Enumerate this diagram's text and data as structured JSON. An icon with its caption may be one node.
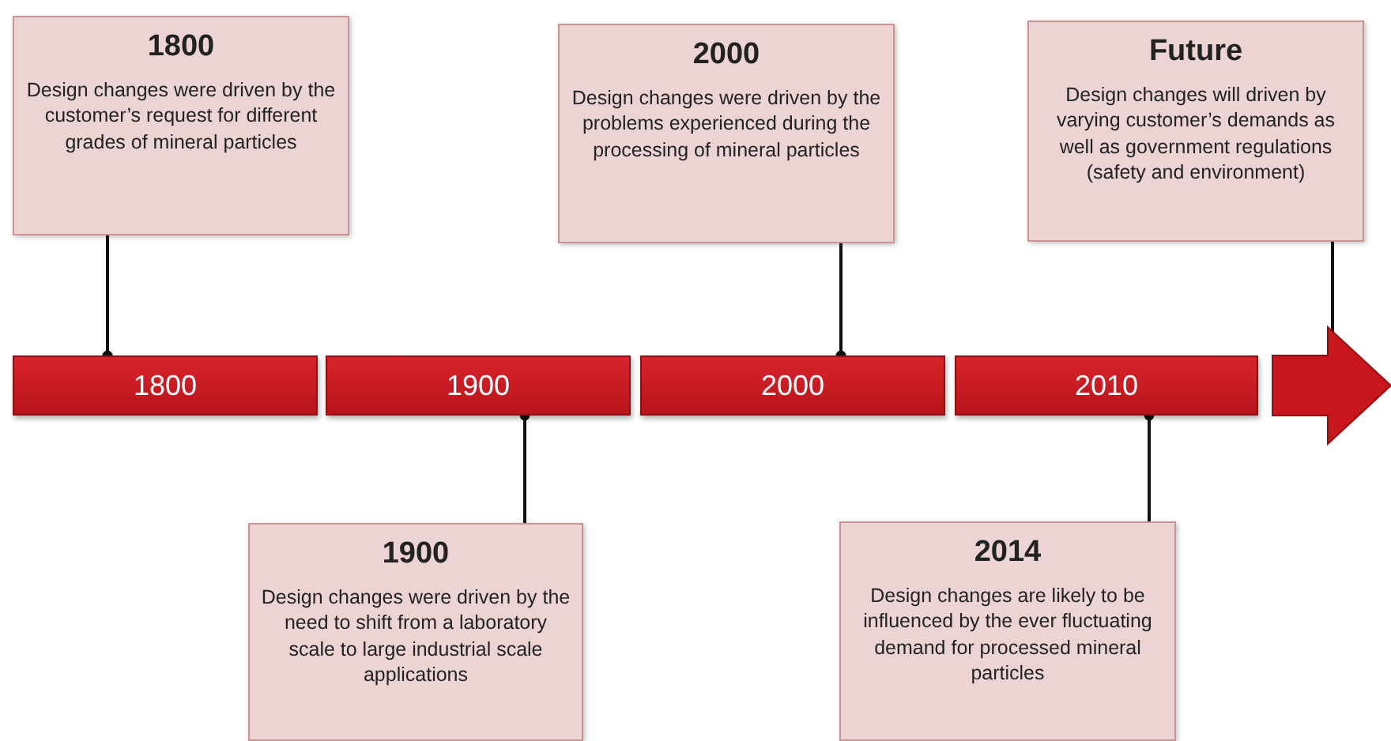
{
  "diagram": {
    "nodes": [
      {
        "text": [
          "1800",
          "Design changes were driven by the customer’s request for different grades of mineral particles"
        ]
      },
      {
        "text": [
          "2000",
          "Design changes were driven by the problems experienced during the processing of mineral particles"
        ]
      },
      {
        "text": [
          "Future",
          "Design changes will driven by varying customer’s demands as well as government regulations (safety and environment)"
        ]
      },
      {
        "text": [
          "1800"
        ]
      },
      {
        "text": [
          "1900"
        ]
      },
      {
        "text": [
          "2000"
        ]
      },
      {
        "text": [
          "2010"
        ]
      },
      {
        "text": [],
        "shape": "arrow"
      },
      {
        "text": [
          "1900",
          "Design changes were driven by the need to shift from a laboratory scale to large industrial scale applications"
        ]
      },
      {
        "text": [
          "2014",
          "Design changes are likely to be influenced by the ever fluctuating demand for processed mineral particles"
        ]
      }
    ],
    "edges": [
      {
        "from": 0,
        "to": 3,
        "arrow": "other"
      },
      {
        "from": 1,
        "to": 5,
        "arrow": "other"
      },
      {
        "from": 2,
        "to": 7,
        "arrow": "other"
      },
      {
        "from": 8,
        "to": 4,
        "arrow": "other"
      },
      {
        "from": 9,
        "to": 6,
        "arrow": "other"
      }
    ]
  }
}
